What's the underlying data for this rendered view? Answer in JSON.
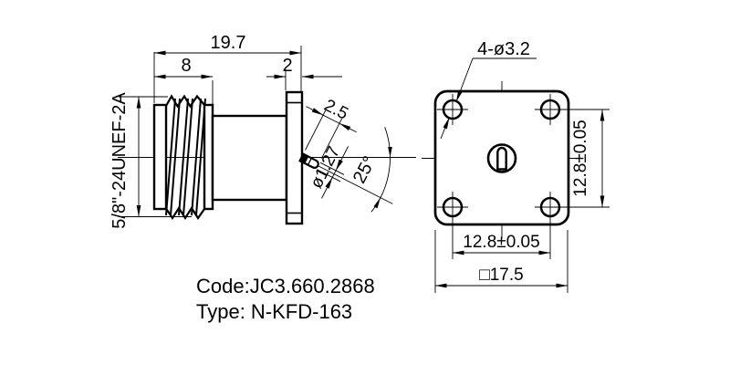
{
  "drawing": {
    "background": "#ffffff",
    "line_color": "#000000",
    "front_view": {
      "dim_total_length": "19.7",
      "dim_thread_length": "8",
      "dim_flange_thickness": "2",
      "thread_spec": "5/8\"-24UNEF-2A",
      "dim_pin_extension": "2.5",
      "dim_pin_diameter": "ø1.27",
      "dim_pin_angle": "25°"
    },
    "side_view": {
      "dim_mounting_holes": "4-ø3.2",
      "dim_hole_pitch_vertical": "12.8±0.05",
      "dim_hole_pitch_horizontal": "12.8±0.05",
      "dim_flange_square": "□17.5"
    },
    "title": {
      "code": "Code:JC3.660.2868",
      "type": "Type: N-KFD-163"
    }
  }
}
